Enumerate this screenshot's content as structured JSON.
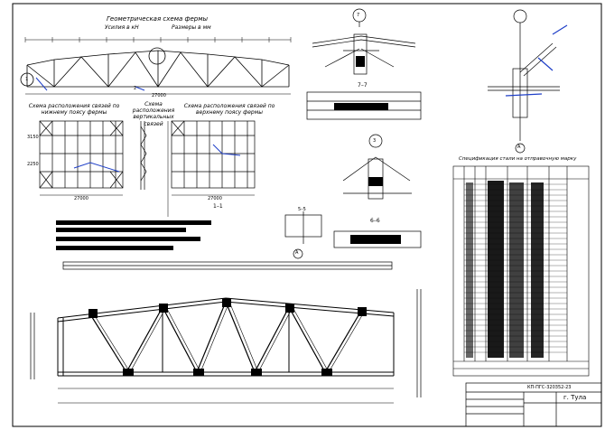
{
  "titles": {
    "geometry_title": "Геометрическая схема фермы",
    "geometry_sub1": "Усилия в кН",
    "geometry_sub2": "Размеры в мм",
    "lower_ties": "Схема расположения связей по нижнему поясу фермы",
    "vertical_ties": "Схема расположения вертикальных связей",
    "upper_ties": "Схема расположения связей по верхнему поясу фермы",
    "section_77": "7–7",
    "section_11": "1–1",
    "section_66": "6–6",
    "section_55": "5–5",
    "spec_title": "Спецификация стали на отправочную марку"
  },
  "markers": {
    "m1": "1",
    "m2": "2",
    "m7": "7",
    "m3": "3",
    "mA1": "А",
    "mA2": "А"
  },
  "dims": {
    "span1": "27000",
    "span2": "27000",
    "span3": "27000",
    "h1": "3150",
    "h2": "2250"
  },
  "stamp": {
    "code": "КП-ПГС-320352-23",
    "city": "г. Тула"
  },
  "colors": {
    "line": "#000000",
    "accent": "#1f3fc8"
  }
}
